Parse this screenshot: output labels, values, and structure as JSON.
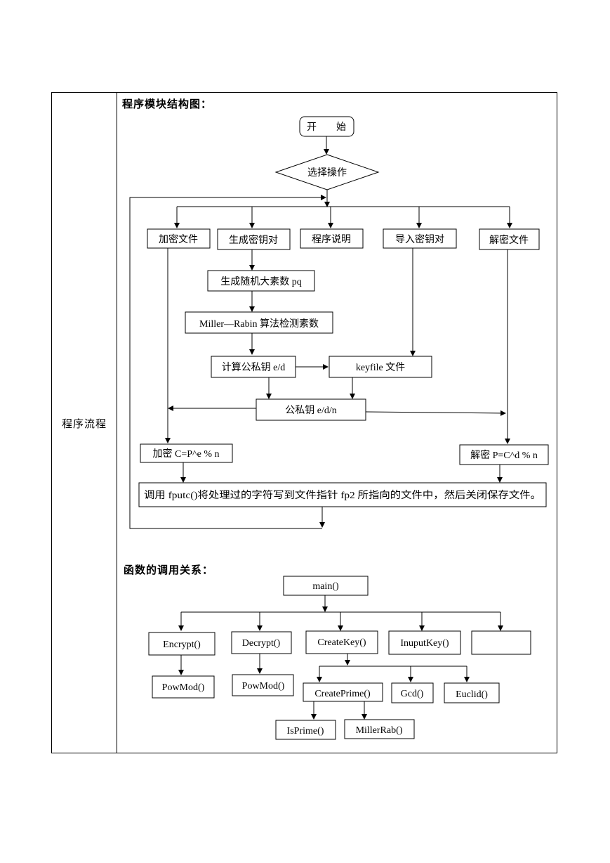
{
  "row_label": "程序流程",
  "flowchart": {
    "heading": "程序模块结构图：",
    "start": "开　　始",
    "choose": "选择操作",
    "encrypt_file": "加密文件",
    "gen_keypair": "生成密钥对",
    "program_info": "程序说明",
    "import_keypair": "导入密钥对",
    "decrypt_file": "解密文件",
    "gen_primes": "生成随机大素数 pq",
    "miller_rabin": "Miller—Rabin 算法检测素数",
    "compute_keys": "计算公私钥 e/d",
    "keyfile": "keyfile 文件",
    "key_triplet": "公私钥 e/d/n",
    "encrypt_formula": "加密 C=P^e % n",
    "decrypt_formula": "解密 P=C^d % n",
    "write_file": "调用 fputc()将处理过的字符写到文件指针 fp2 所指向的文件中，然后关闭保存文件。"
  },
  "callgraph": {
    "heading": "函数的调用关系：",
    "main": "main()",
    "encrypt": "Encrypt()",
    "decrypt": "Decrypt()",
    "create_key": "CreateKey()",
    "input_key": "InuputKey()",
    "unnamed": "",
    "powmod_1": "PowMod()",
    "powmod_2": "PowMod()",
    "create_prime": "CreatePrime()",
    "gcd": "Gcd()",
    "euclid": "Euclid()",
    "is_prime": "IsPrime()",
    "miller_rab": "MillerRab()"
  }
}
